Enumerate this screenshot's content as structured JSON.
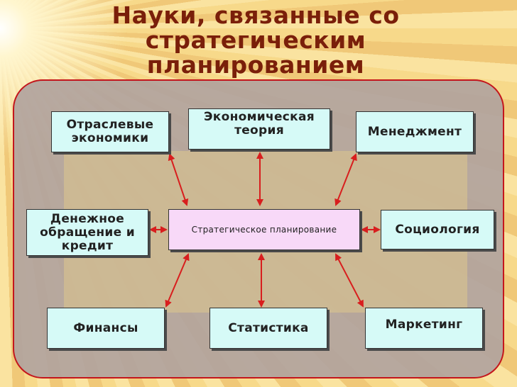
{
  "title": [
    "Науки, связанные со",
    "стратегическим",
    "планированием"
  ],
  "center": "Стратегическое планирование",
  "nodes": {
    "otraslevye": [
      "Отраслевые",
      "экономики"
    ],
    "ekonomicheskaya": [
      "Экономическая",
      "теория"
    ],
    "menedzhment": [
      "Менеджмент"
    ],
    "denezhnoe": [
      "Денежное",
      "обращение и",
      "кредит"
    ],
    "sociologiya": [
      "Социология"
    ],
    "finansy": [
      "Финансы"
    ],
    "statistika": [
      "Статистика"
    ],
    "marketing": [
      "Маркетинг"
    ]
  },
  "colors": {
    "arrow": "#d81e1e",
    "title": "#7a1f0a",
    "node_fill": "#d6faf7",
    "center_fill": "#f8d9f8"
  }
}
